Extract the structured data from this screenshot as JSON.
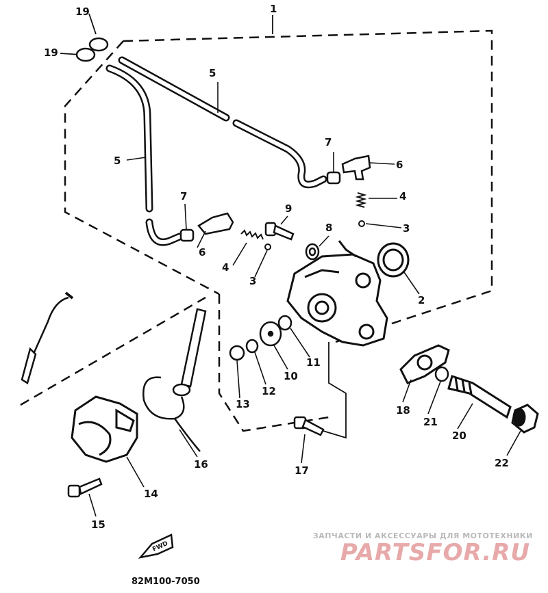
{
  "diagram": {
    "labels": [
      "1",
      "2",
      "3",
      "3",
      "4",
      "4",
      "5",
      "5",
      "6",
      "6",
      "7",
      "7",
      "8",
      "9",
      "10",
      "11",
      "12",
      "13",
      "14",
      "15",
      "16",
      "17",
      "18",
      "19",
      "19",
      "20",
      "21",
      "22"
    ],
    "direction_arrow": "FWD",
    "drawing_code": "82M100-7050"
  },
  "watermark": {
    "tagline": "ЗАПЧАСТИ И АКСЕССУАРЫ ДЛЯ МОТОТЕХНИКИ",
    "brand": "PARTSFOR.RU"
  }
}
